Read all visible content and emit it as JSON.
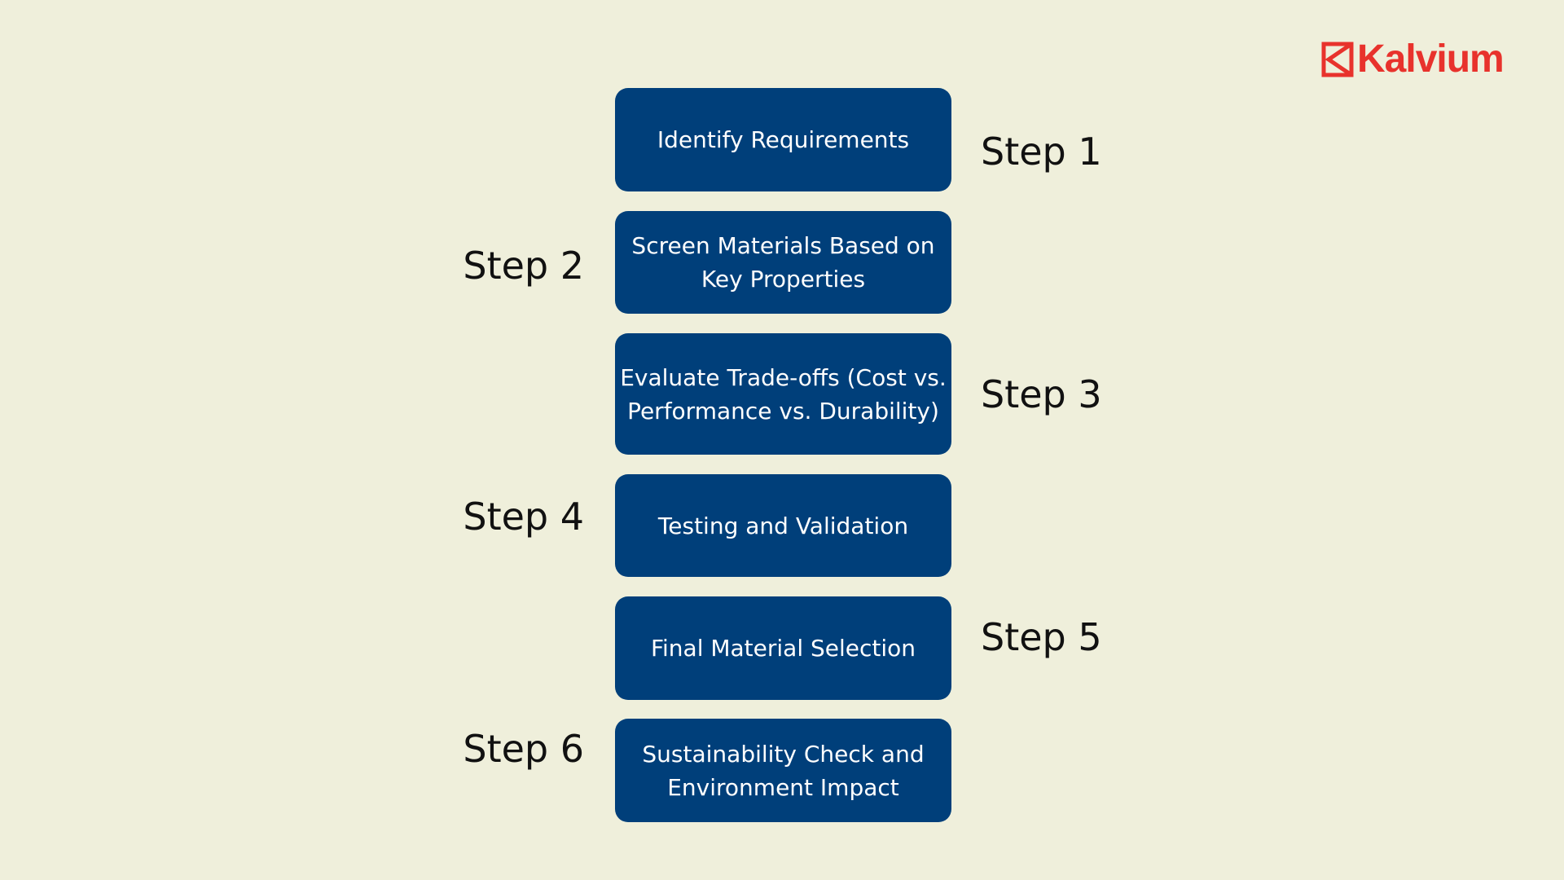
{
  "brand": {
    "name": "Kalvium",
    "color": "#e8322c",
    "icon": "kalvium-logo-icon"
  },
  "box_color": "#003f7a",
  "steps": [
    {
      "label": "Step 1",
      "text": "Identify Requirements"
    },
    {
      "label": "Step 2",
      "text": "Screen Materials Based on Key Properties"
    },
    {
      "label": "Step 3",
      "text": "Evaluate Trade-offs (Cost vs. Performance vs. Durability)"
    },
    {
      "label": "Step 4",
      "text": "Testing and Validation"
    },
    {
      "label": "Step 5",
      "text": "Final Material Selection"
    },
    {
      "label": "Step 6",
      "text": "Sustainability Check and Environment Impact"
    }
  ]
}
